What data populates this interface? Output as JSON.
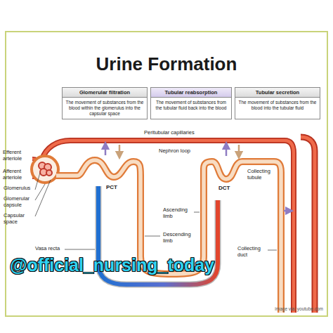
{
  "diagram": {
    "title": "Urine Formation",
    "nodes": [
      {
        "text": [
          "Glomerular filtration",
          "The movement of substances from the blood within the glomerulus into the capsular space"
        ]
      },
      {
        "text": [
          "Tubular reabsorption",
          "The movement of substances from the tubular fluid back into the blood"
        ]
      },
      {
        "text": [
          "Tubular secretion",
          "The movement of substances from the blood into the tubular fluid"
        ]
      }
    ],
    "labels": [
      "Efferent arteriole",
      "Afferent arteriole",
      "Peritubular capillaries",
      "Nephron loop",
      "PCT",
      "DCT",
      "Collecting tubule",
      "Glomerulus",
      "Glomerular capsule",
      "Capsular space",
      "Ascending limb",
      "Descending limb",
      "Collecting duct",
      "Vasa recta",
      "@official_nursing_today",
      "image via: youtube.com"
    ]
  }
}
